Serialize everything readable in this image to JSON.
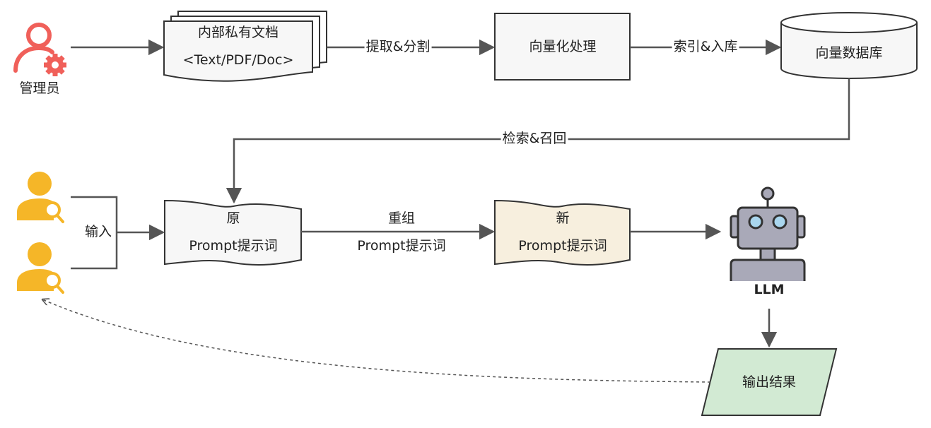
{
  "nodes": {
    "admin": {
      "label": "管理员",
      "icon": "admin-gear-user-icon",
      "color": "#f0605a"
    },
    "private_docs": {
      "line1": "内部私有文档",
      "line2": "<Text/PDF/Doc>"
    },
    "vectorize": {
      "label": "向量化处理"
    },
    "vector_db": {
      "label": "向量数据库"
    },
    "orig_prompt": {
      "line1": "原",
      "line2": "Prompt提示词"
    },
    "new_prompt": {
      "line1": "新",
      "line2": "Prompt提示词",
      "fill": "#f7efde"
    },
    "llm": {
      "label": "LLM",
      "icon": "robot-icon"
    },
    "output": {
      "label": "输出结果",
      "fill": "#d2ead3"
    },
    "users": {
      "icon": "user-search-icon",
      "color": "#f5b628"
    }
  },
  "edges": {
    "extract_split": "提取&分割",
    "index_store": "索引&入库",
    "retrieve_recall": "检索&召回",
    "input": "输入",
    "recombine_line1": "重组",
    "recombine_line2": "Prompt提示词"
  }
}
